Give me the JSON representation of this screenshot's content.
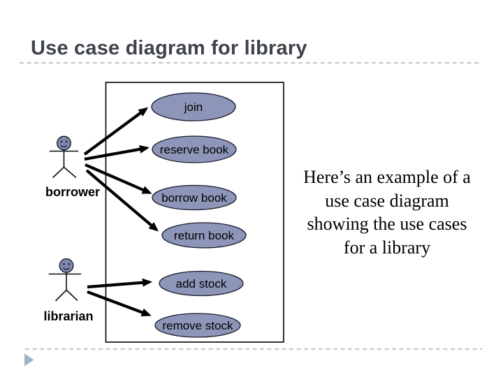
{
  "slide": {
    "title": "Use case diagram for library",
    "note_lines": [
      "Here’s an example of a",
      "use case diagram",
      "showing the use cases",
      "for a library"
    ]
  },
  "diagram": {
    "actors": [
      {
        "label": "borrower"
      },
      {
        "label": "librarian"
      }
    ],
    "use_cases": [
      {
        "label": "join"
      },
      {
        "label": "reserve book"
      },
      {
        "label": "borrow book"
      },
      {
        "label": "return book"
      },
      {
        "label": "add stock"
      },
      {
        "label": "remove stock"
      }
    ],
    "connections": [
      {
        "from": "borrower",
        "to": "join"
      },
      {
        "from": "borrower",
        "to": "reserve book"
      },
      {
        "from": "borrower",
        "to": "borrow book"
      },
      {
        "from": "borrower",
        "to": "return book"
      },
      {
        "from": "librarian",
        "to": "add stock"
      },
      {
        "from": "librarian",
        "to": "remove stock"
      }
    ]
  },
  "colors": {
    "title_text": "#3e424b",
    "ellipse_fill": "#8d96b8",
    "ellipse_stroke": "#1a1a2e",
    "actor_head_fill": "#7e88ac",
    "arrow": "#000000",
    "divider": "#b6bcbe",
    "footer_triangle": "#9db2c9"
  }
}
